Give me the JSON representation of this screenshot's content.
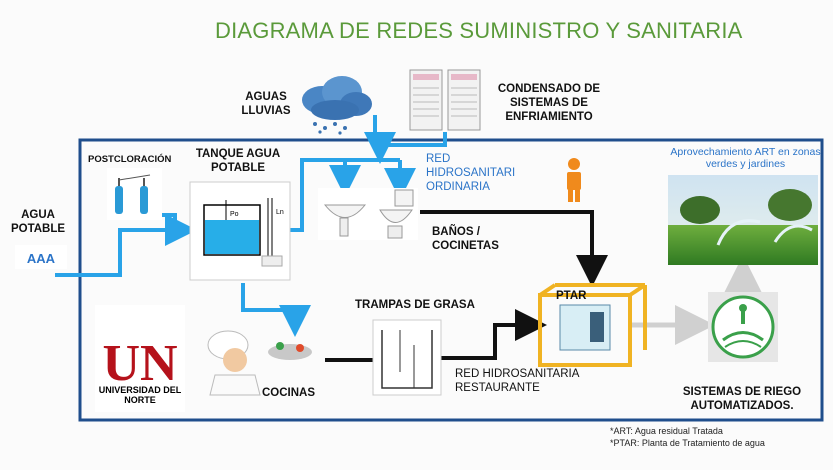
{
  "title": "DIAGRAMA DE REDES SUMINISTRO Y SANITARIA",
  "labels": {
    "agua_potable": "AGUA POTABLE",
    "aguas_lluvias": "AGUAS LLUVIAS",
    "condensado": "CONDENSADO DE SISTEMAS DE ENFRIAMIENTO",
    "postcloracion": "POSTCLORACIÓN",
    "tanque": "TANQUE AGUA POTABLE",
    "red_ordinaria": "RED HIDROSANITARI ORDINARIA",
    "aprovechamiento": "Aprovechamiento ART  en zonas verdes y jardines",
    "banos": "BAÑOS / COCINETAS",
    "trampas": "TRAMPAS DE GRASA",
    "ptar": "PTAR",
    "cocinas": "COCINAS",
    "red_restaurante": "RED HIDROSANITARIA RESTAURANTE",
    "sistemas_riego": "SISTEMAS DE RIEGO AUTOMATIZADOS.",
    "universidad": "UNIVERSIDAD DEL NORTE",
    "logo_un": "UN",
    "aaa_logo": "AAA",
    "tank_label": "Po",
    "tank_side": "Ln"
  },
  "notes": {
    "art": "*ART: Agua residual Tratada",
    "ptar": "*PTAR: Planta de Tratamiento de agua"
  },
  "colors": {
    "title": "#5a9a3a",
    "frame": "#1f4e8c",
    "supply": "#29a3e8",
    "waste": "#111111",
    "reuse": "#d9d9d9",
    "logo_red": "#b5121b",
    "person": "#f08a1c"
  }
}
